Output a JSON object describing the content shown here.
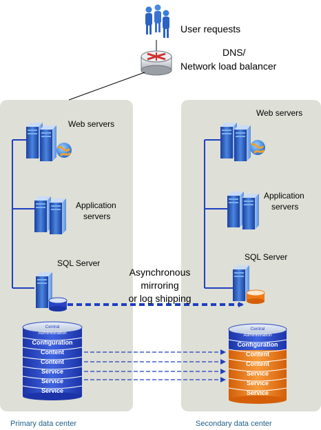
{
  "users_label": "User requests",
  "balancer_label_line1": "DNS/",
  "balancer_label_line2": "Network load balancer",
  "primary": {
    "caption": "Primary data center",
    "web_label": "Web servers",
    "app_label_line1": "Application",
    "app_label_line2": "servers",
    "sql_label": "SQL Server",
    "db_header_line1": "Central",
    "db_header_line2": "Administration",
    "db_rows": [
      "Configuration",
      "Content",
      "Content",
      "Service",
      "Service",
      "Service"
    ],
    "db_color": "#2a45c4"
  },
  "secondary": {
    "caption": "Secondary data center",
    "web_label": "Web servers",
    "app_label_line1": "Application",
    "app_label_line2": "servers",
    "sql_label": "SQL Server",
    "db_header_line1": "Central",
    "db_header_line2": "Administration",
    "db_rows": [
      "Configuration",
      "Content",
      "Content",
      "Service",
      "Service",
      "Service"
    ],
    "db_color_top": "#2a45c4",
    "db_color_orange": "#ee7a12"
  },
  "mirror_label_line1": "Asynchronous",
  "mirror_label_line2": "mirroring",
  "mirror_label_line3": "or log shipping",
  "colors": {
    "panel": "#dedfd6",
    "link": "#1f3fbf",
    "server": "#2f5fc8",
    "caption": "#1f5f86"
  }
}
